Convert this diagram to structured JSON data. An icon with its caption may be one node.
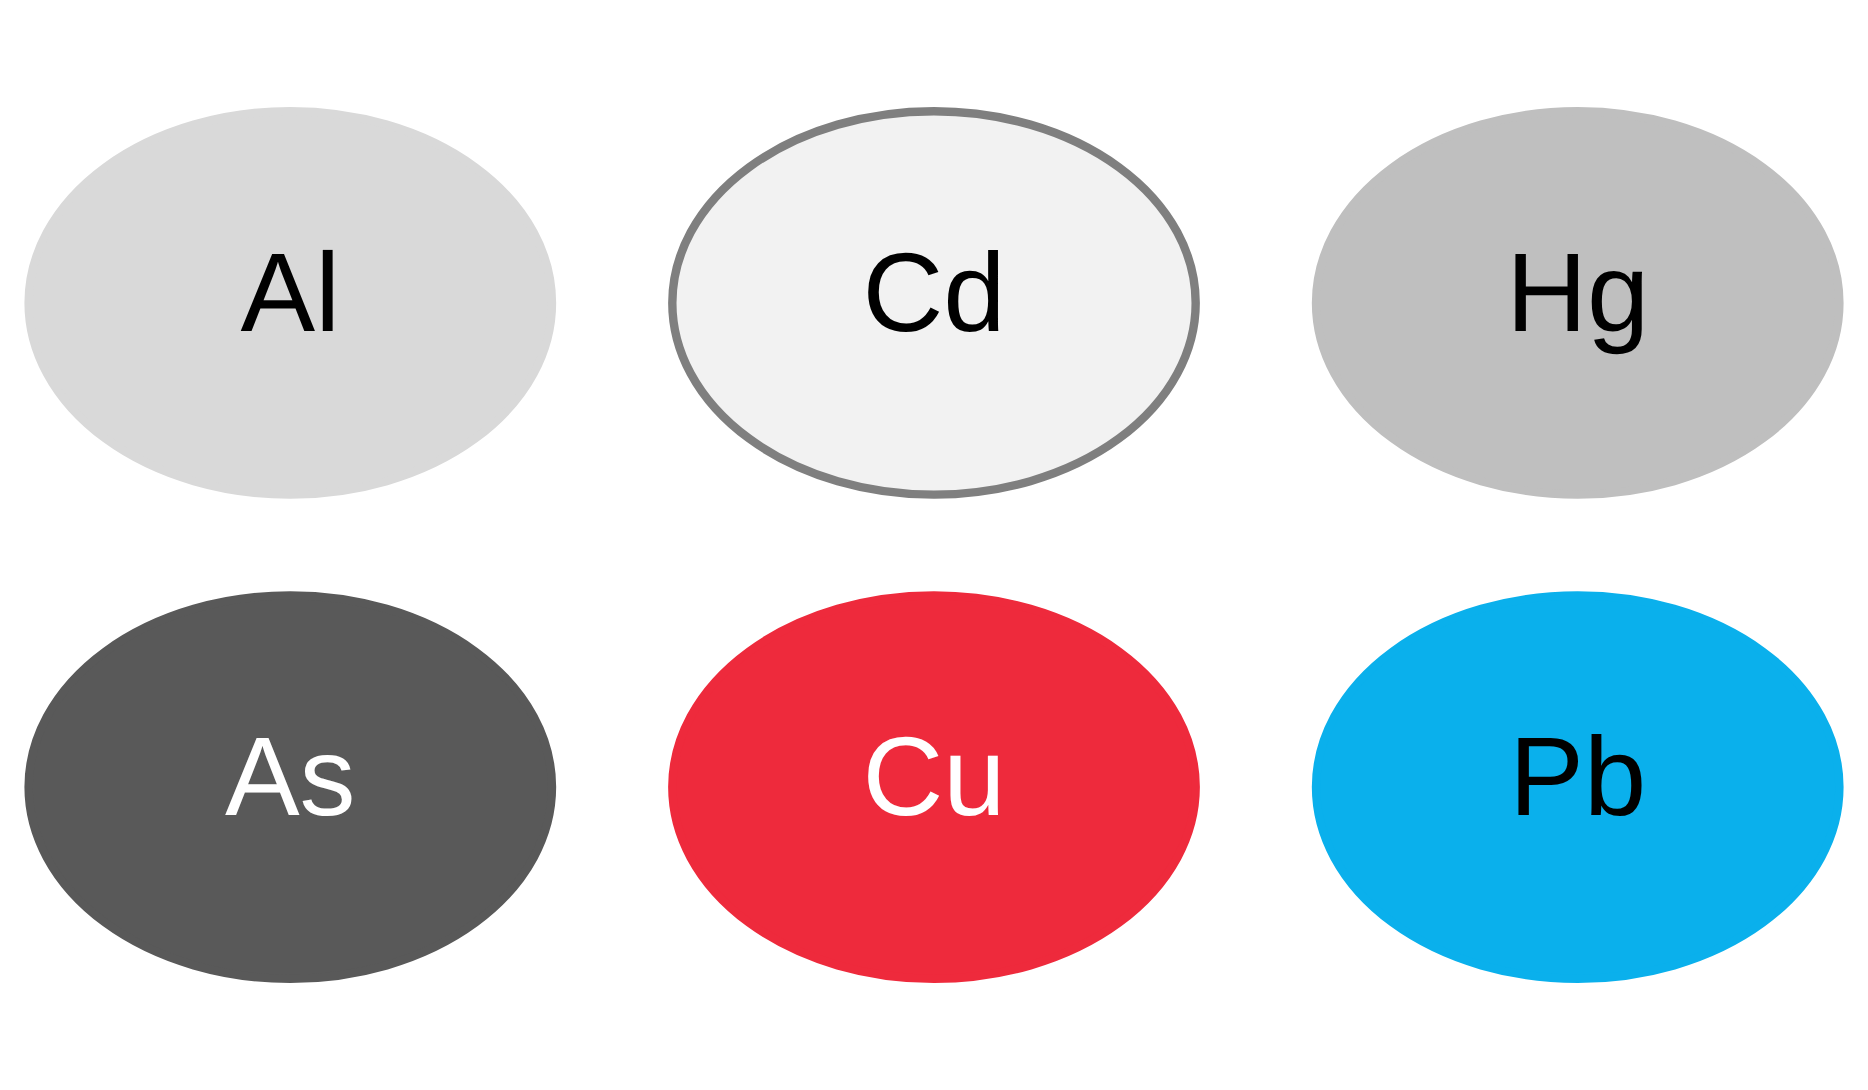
{
  "diagram": {
    "nodes": [
      {
        "text": [
          "Al"
        ]
      },
      {
        "text": [
          "Cd"
        ]
      },
      {
        "text": [
          "Hg"
        ]
      },
      {
        "text": [
          "As"
        ]
      },
      {
        "text": [
          "Cu"
        ]
      },
      {
        "text": [
          "Pb"
        ]
      }
    ]
  }
}
